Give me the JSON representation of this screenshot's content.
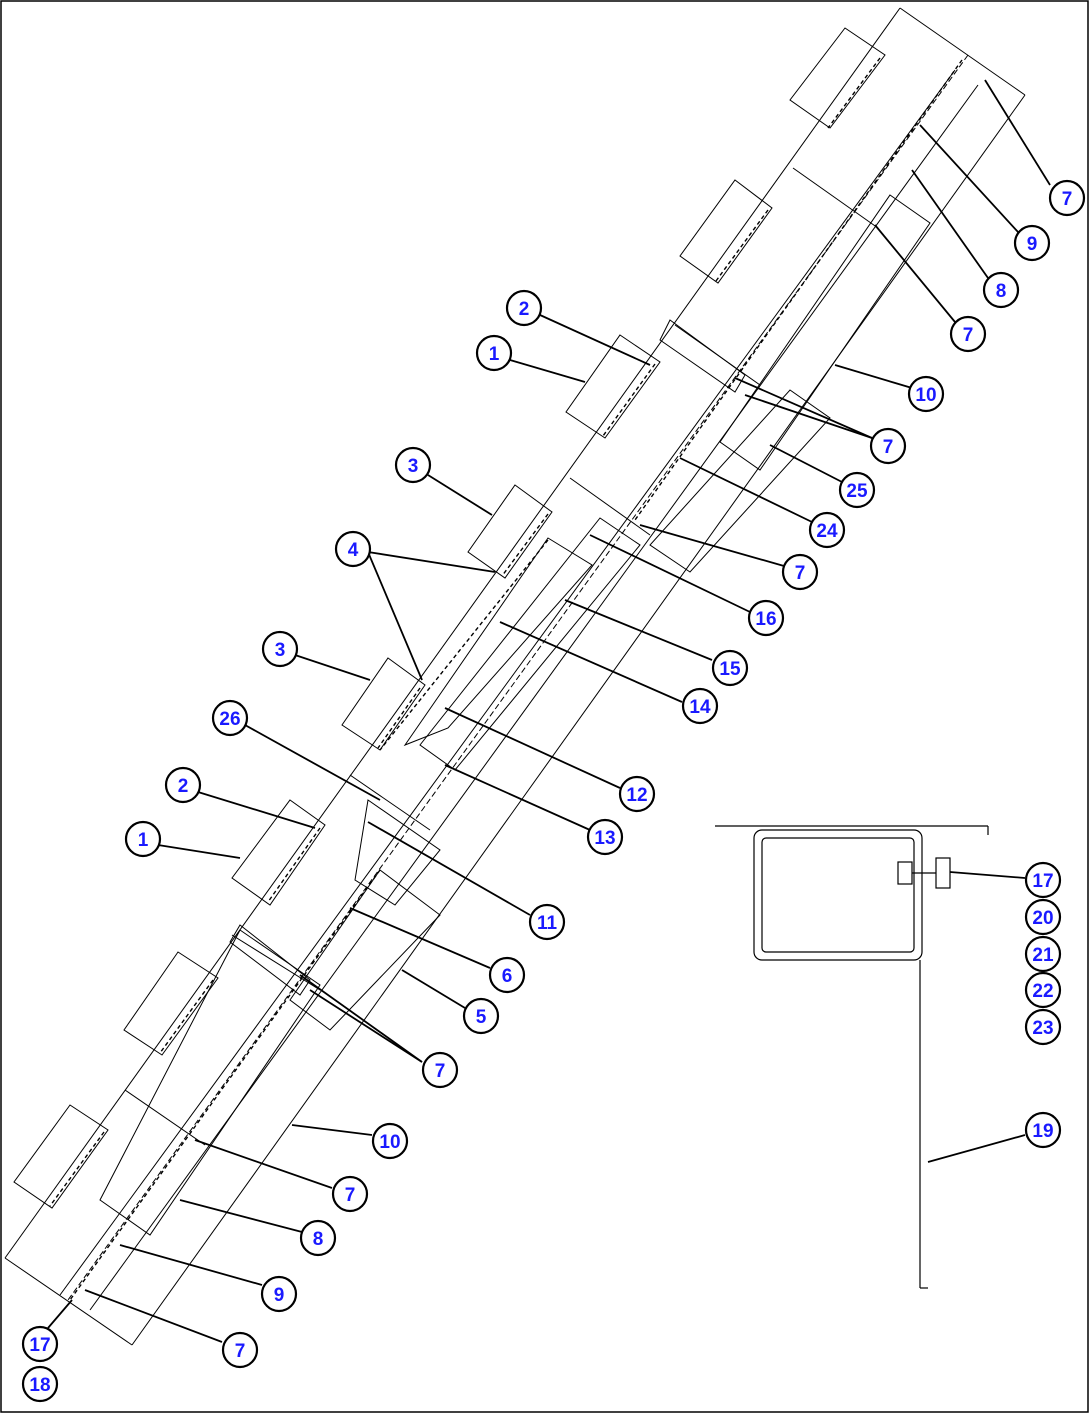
{
  "callouts": [
    {
      "label": "7"
    },
    {
      "label": "9"
    },
    {
      "label": "8"
    },
    {
      "label": "7"
    },
    {
      "label": "10"
    },
    {
      "label": "7"
    },
    {
      "label": "25"
    },
    {
      "label": "24"
    },
    {
      "label": "7"
    },
    {
      "label": "16"
    },
    {
      "label": "15"
    },
    {
      "label": "14"
    },
    {
      "label": "12"
    },
    {
      "label": "13"
    },
    {
      "label": "11"
    },
    {
      "label": "6"
    },
    {
      "label": "5"
    },
    {
      "label": "7"
    },
    {
      "label": "10"
    },
    {
      "label": "7"
    },
    {
      "label": "8"
    },
    {
      "label": "9"
    },
    {
      "label": "7"
    },
    {
      "label": "17"
    },
    {
      "label": "18"
    },
    {
      "label": "2"
    },
    {
      "label": "1"
    },
    {
      "label": "3"
    },
    {
      "label": "4"
    },
    {
      "label": "3"
    },
    {
      "label": "26"
    },
    {
      "label": "2"
    },
    {
      "label": "1"
    },
    {
      "label": "17"
    },
    {
      "label": "20"
    },
    {
      "label": "21"
    },
    {
      "label": "22"
    },
    {
      "label": "23"
    },
    {
      "label": "19"
    }
  ]
}
